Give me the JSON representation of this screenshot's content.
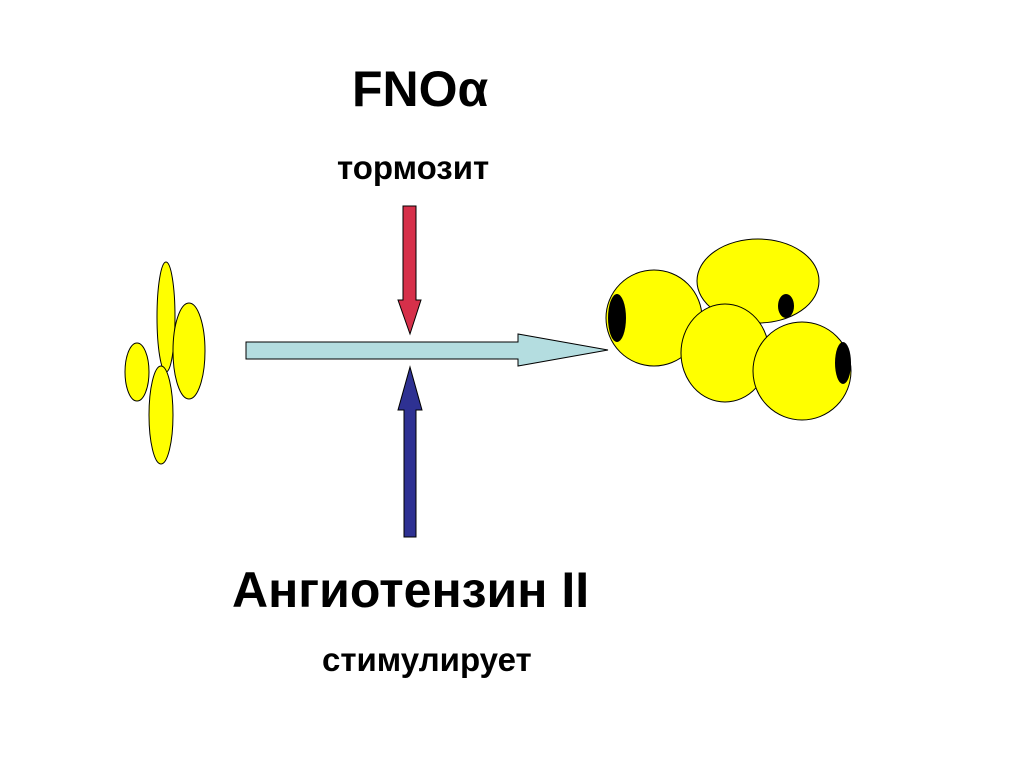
{
  "labels": {
    "inhibitor_name": "FNOα",
    "inhibitor_action": "тормозит",
    "stimulator_name": "Ангиотензин II",
    "stimulator_action": "стимулирует"
  },
  "colors": {
    "cell_fill": "#ffff00",
    "cell_stroke": "#000000",
    "nucleus": "#000000",
    "main_arrow_fill": "#b4dde0",
    "inhibit_arrow_fill": "#d6304a",
    "stimulate_arrow_fill": "#2e3192",
    "background": "#ffffff"
  },
  "icons": {
    "left_cluster": "small-cells-cluster-icon",
    "right_cluster": "large-cells-cluster-icon"
  }
}
